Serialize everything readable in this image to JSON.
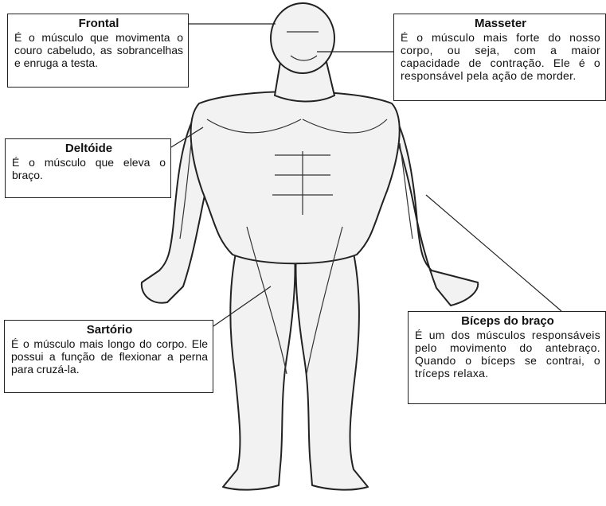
{
  "callouts": {
    "frontal": {
      "title": "Frontal",
      "text": "É o músculo que movimenta o couro cabeludo, as sobrancelhas e enruga a testa."
    },
    "masseter": {
      "title": "Masseter",
      "text": "É o músculo mais forte do nosso corpo, ou seja, com a maior capacidade de contração. Ele é o responsável pela ação de morder."
    },
    "deltoide": {
      "title": "Deltóide",
      "text": "É o músculo que eleva o braço."
    },
    "sartorio": {
      "title": "Sartório",
      "text": "É o músculo mais longo do corpo. Ele possui a função de flexionar a perna para cruzá-la."
    },
    "biceps": {
      "title": "Bíceps do braço",
      "text": "É um dos músculos responsáveis pelo movimento do antebraço. Quando o bíceps se contrai, o tríceps relaxa."
    }
  },
  "colors": {
    "ink": "#222222",
    "skin_shadow": "#cfcfcf",
    "background": "#ffffff"
  }
}
